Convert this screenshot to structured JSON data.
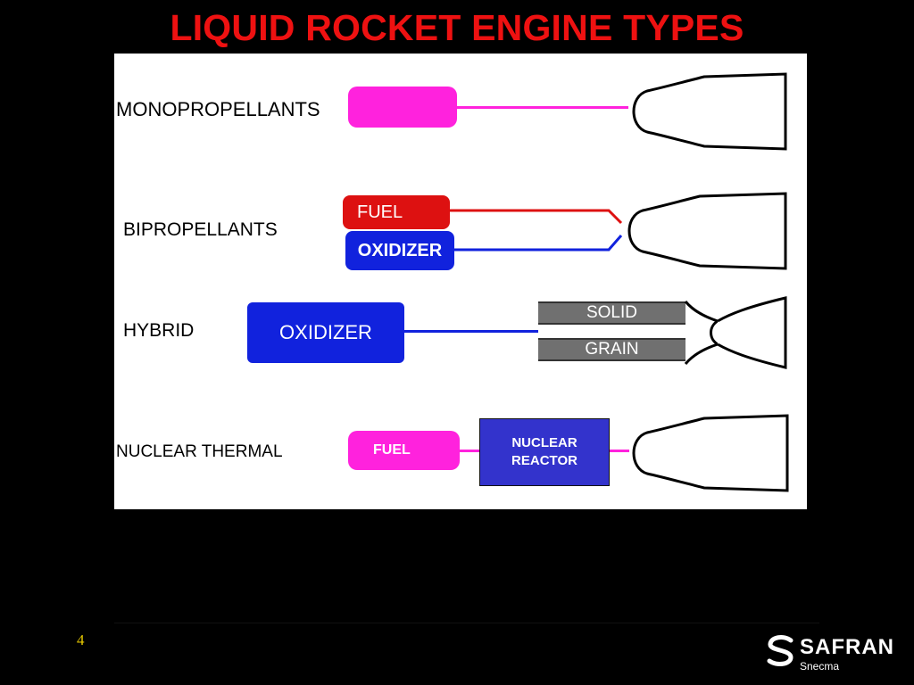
{
  "title": "LIQUID ROCKET ENGINE TYPES",
  "rows": {
    "monopropellants": {
      "label": "MONOPROPELLANTS"
    },
    "bipropellants": {
      "label": "BIPROPELLANTS",
      "fuel": "FUEL",
      "oxidizer": "OXIDIZER"
    },
    "hybrid": {
      "label": "HYBRID",
      "oxidizer": "OXIDIZER",
      "solid": "SOLID",
      "grain": "GRAIN"
    },
    "nuclear": {
      "label": "NUCLEAR THERMAL",
      "fuel": "FUEL",
      "reactor_line1": "NUCLEAR",
      "reactor_line2": "REACTOR"
    }
  },
  "colors": {
    "title": "#ee1111",
    "mono": "#ff22dd",
    "fuel": "#dd1111",
    "oxidizer": "#1122dd",
    "grain": "#707070",
    "reactor": "#3333cc",
    "page_number": "#e6c800"
  },
  "icons": [
    "rocket-nozzle-icon",
    "safran-logo-icon"
  ],
  "footer": {
    "page_number": "4",
    "logo_word": "SAFRAN",
    "logo_sub": "Snecma"
  }
}
